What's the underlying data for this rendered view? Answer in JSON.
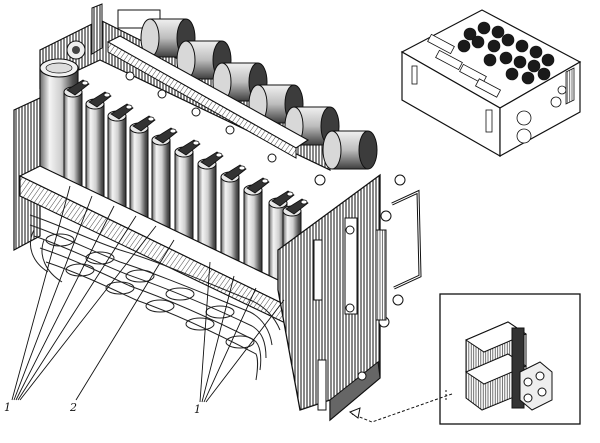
{
  "callouts": {
    "left": "1",
    "middle": "2",
    "right": "1"
  },
  "colors": {
    "ink": "#161616",
    "paper": "#ffffff",
    "shade": "#555555"
  }
}
